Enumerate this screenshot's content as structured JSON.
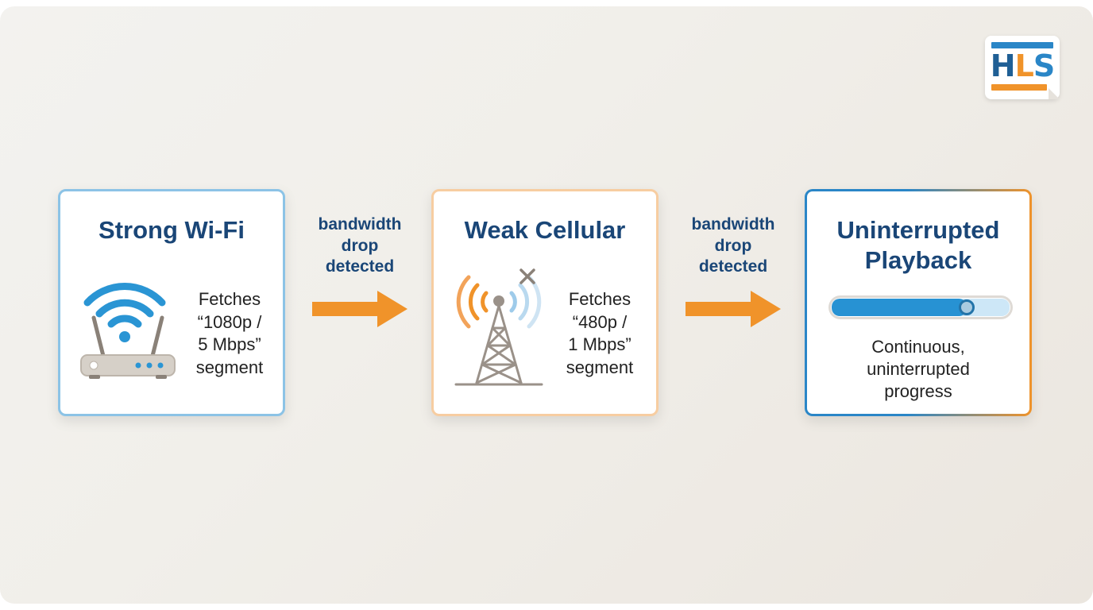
{
  "logo": {
    "text_part1": "H",
    "text_part2": "L",
    "text_part3": "S",
    "icon": "hls-logo"
  },
  "steps": [
    {
      "title": "Strong Wi-Fi",
      "text_lines": [
        "Fetches",
        "“1080p /",
        "5 Mbps”",
        "segment"
      ],
      "icon": "wifi-router-icon",
      "border_color": "#8cc3e6"
    },
    {
      "title": "Weak Cellular",
      "text_lines": [
        "Fetches",
        "“480p /",
        "1 Mbps”",
        "segment"
      ],
      "icon": "cell-tower-weak-signal-icon",
      "border_color": "#f7cda1"
    },
    {
      "title_lines": [
        "Uninterrupted",
        "Playback"
      ],
      "text_lines": [
        "Continuous,",
        "uninterrupted",
        "progress"
      ],
      "icon": "progress-bar",
      "progress_fraction": 0.76
    }
  ],
  "connectors": [
    {
      "label_lines": [
        "bandwidth",
        "drop",
        "detected"
      ],
      "icon": "right-arrow-icon",
      "color": "#f0932a"
    },
    {
      "label_lines": [
        "bandwidth",
        "drop",
        "detected"
      ],
      "icon": "right-arrow-icon",
      "color": "#f0932a"
    }
  ],
  "colors": {
    "title": "#1a4677",
    "accent_blue": "#2a86c7",
    "accent_orange": "#f0932a",
    "router_gray": "#c9c3bb",
    "tower_gray": "#bdb5ab"
  }
}
